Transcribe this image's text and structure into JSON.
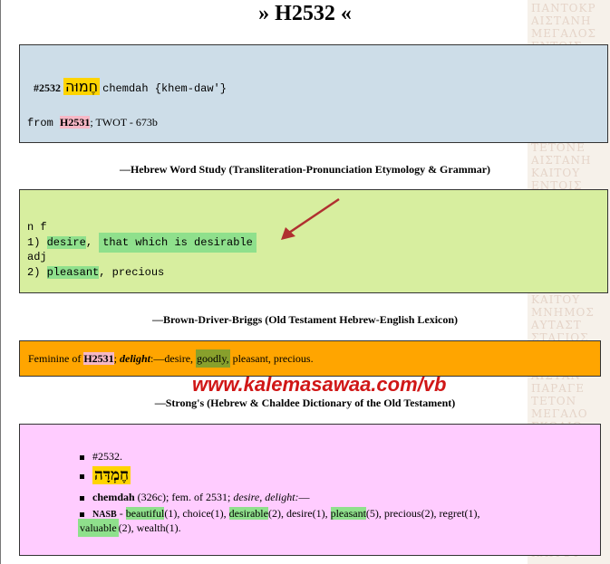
{
  "title": "» H2532 «",
  "box1": {
    "number": "#2532",
    "hebrew": "חֶמוּה",
    "translit": "chemdah {khem-daw'}",
    "from_label": "from",
    "from_ref": "H2531",
    "twot": "; TWOT - 673b"
  },
  "caption1": "—Hebrew Word Study (Transliteration-Pronunciation Etymology & Grammar)",
  "box2": {
    "pos1": "n f",
    "line1_prefix": "1)",
    "line1_word": "desire",
    "line1_sep": ",",
    "line1_phrase": "that which is desirable",
    "pos2": "adj",
    "line2_prefix": "2)",
    "line2_word": "pleasant",
    "line2_rest": ", precious"
  },
  "caption2": "—Brown-Driver-Briggs (Old Testament Hebrew-English Lexicon)",
  "box3": {
    "prefix": "Feminine of",
    "ref": "H2531",
    "sep": ";",
    "italic_word": "delight",
    "mid": ":—desire,",
    "hl_word": "goodly,",
    "rest": "pleasant, precious."
  },
  "watermark": "www.kalemasawaa.com/vb",
  "caption3": "—Strong's (Hebrew & Chaldee Dictionary of the Old Testament)",
  "box4": {
    "number": "#2532.",
    "hebrew": "חֶמְדָּה",
    "word": "chemdah",
    "desc_plain": "(326c); fem. of 2531;",
    "desc_italic": "desire, delight:",
    "desc_end": "—",
    "nasb_label": "NASB",
    "nasb_dash": "-",
    "w1": "beautiful",
    "w1c": "(1), choice(1),",
    "w2": "desirable",
    "w2c": "(2), desire(1),",
    "w3": "pleasant",
    "w3c": "(5), precious(2), regret(1),",
    "w4": "valuable",
    "w4c": "(2), wealth(1)."
  },
  "colors": {
    "box1_bg": "#cddde8",
    "box2_bg": "#d7ee9f",
    "box3_bg": "#ffa500",
    "box4_bg": "#ffccff",
    "highlight_yellow": "#ffd400",
    "highlight_green": "#8fe08c",
    "highlight_pink": "#f6b8c6",
    "watermark": "#d01717",
    "arrow": "#b03030"
  },
  "icons": [
    "red-arrow-icon",
    "bullet-icon"
  ]
}
